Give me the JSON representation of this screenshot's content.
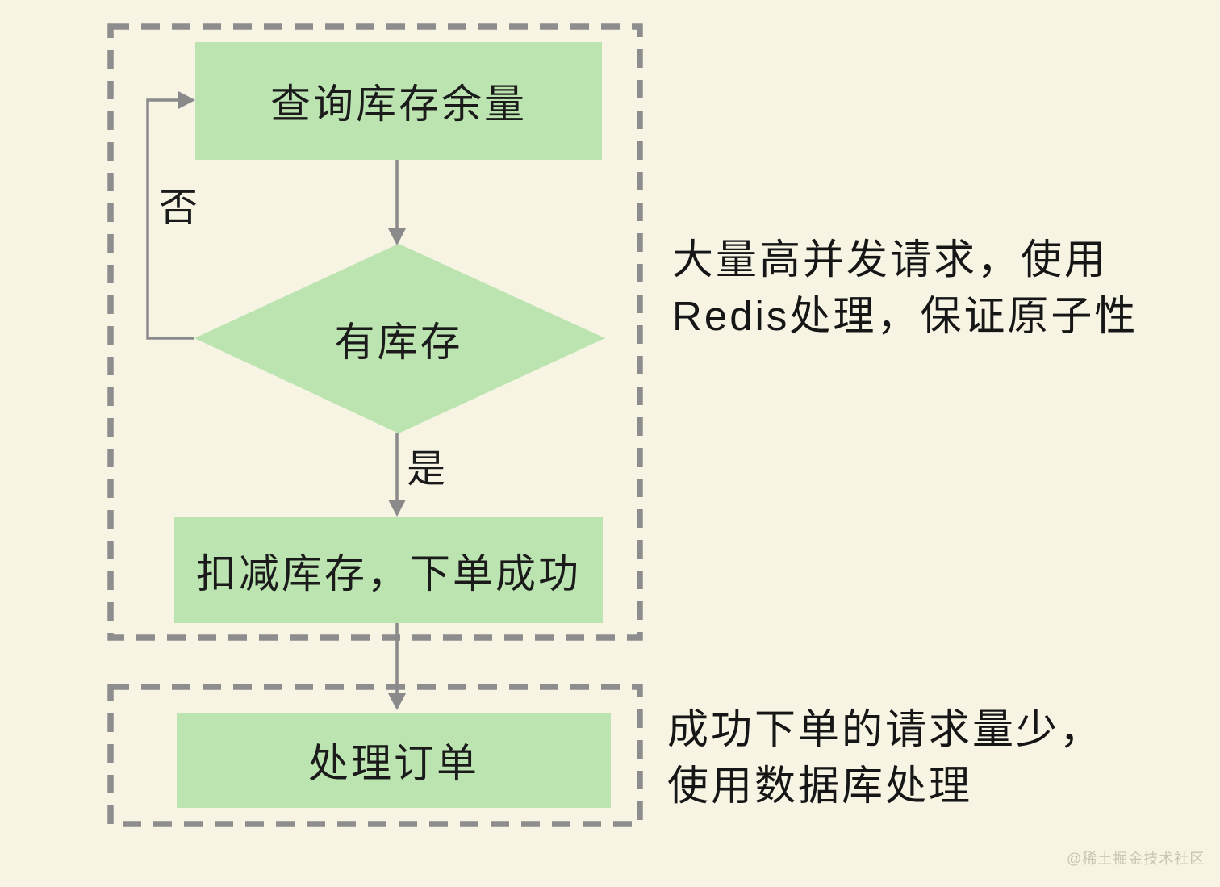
{
  "diagram": {
    "nodes": {
      "query": "查询库存余量",
      "decision": "有库存",
      "deduct": "扣减库存，下单成功",
      "process": "处理订单"
    },
    "edge_labels": {
      "no": "否",
      "yes": "是"
    },
    "annotations": {
      "redis_line1": "大量高并发请求，使用",
      "redis_line2": "Redis处理，保证原子性",
      "db_line1": "成功下单的请求量少，",
      "db_line2": "使用数据库处理"
    },
    "watermark": "@稀土掘金技术社区",
    "colors": {
      "background": "#f7f4e4",
      "node_fill": "#bce4b0",
      "dashed_border": "#8d8d8d",
      "arrow": "#8a8a8a",
      "text": "#1b1b1b",
      "watermark": "#c9c5b2"
    }
  }
}
